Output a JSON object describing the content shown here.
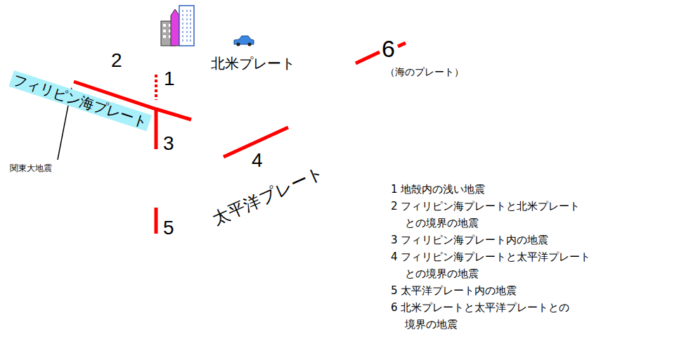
{
  "diagram": {
    "nodes": [
      {
        "text": [
          "北米プレート"
        ]
      },
      {
        "text": [
          "フィリピン海プレート"
        ],
        "in": 0
      },
      {
        "text": [
          "太平洋プレート"
        ],
        "in": 0
      }
    ],
    "labels": [
      "1",
      "2",
      "3",
      "4",
      "5",
      "6",
      "（海のプレート）",
      "関東大地震",
      "1 地殻内の浅い地震",
      "2 フィリピン海プレートと北米プレート との境界の地震",
      "3 フィリピン海プレート内の地震",
      "4 フィリピン海プレートと太平洋プレート との境界の地震",
      "5 太平洋プレート内の地震",
      "6 北米プレートと太平洋プレートとの 境界の地震"
    ]
  }
}
